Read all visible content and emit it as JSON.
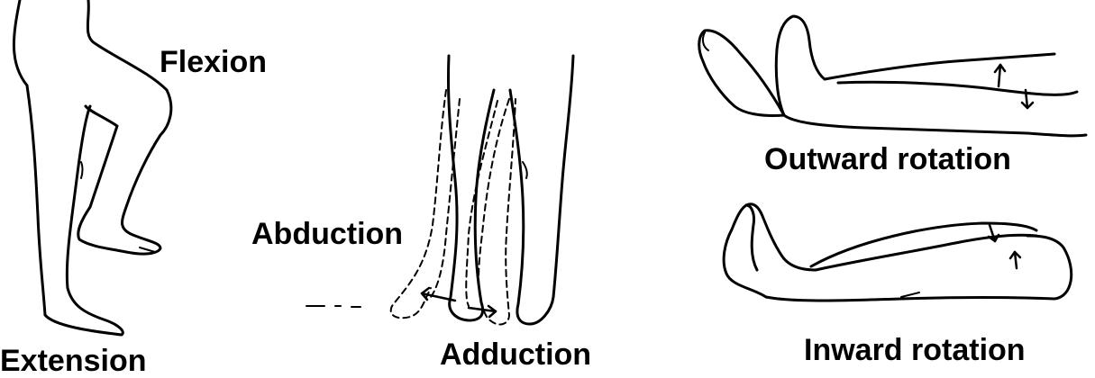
{
  "labels": {
    "flexion": "Flexion",
    "extension": "Extension",
    "abduction": "Abduction",
    "adduction": "Adduction",
    "outward_rotation": "Outward rotation",
    "inward_rotation": "Inward rotation"
  },
  "figures": [
    {
      "name": "flexion-extension-legs",
      "shows": [
        "flexion",
        "extension"
      ]
    },
    {
      "name": "abduction-adduction-legs",
      "shows": [
        "abduction",
        "adduction"
      ]
    },
    {
      "name": "outward-rotation-legs",
      "shows": [
        "outward_rotation"
      ]
    },
    {
      "name": "inward-rotation-legs",
      "shows": [
        "inward_rotation"
      ]
    }
  ]
}
